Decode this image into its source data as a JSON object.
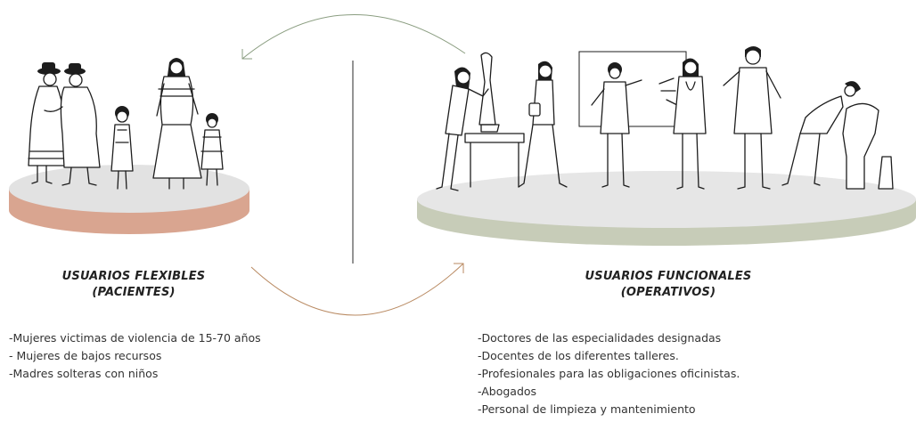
{
  "colors": {
    "platform_left": "#d9a590",
    "platform_left_top": "#e2e2e2",
    "platform_right": "#c7ccb8",
    "platform_right_top": "#e6e6e6",
    "arrow_top": "#8a9d80",
    "arrow_bottom": "#b98a62"
  },
  "groups": {
    "flexible": {
      "title_line1": "USUARIOS FLEXIBLES",
      "title_line2": "(PACIENTES)",
      "items": [
        "-Mujeres victimas de violencia de 15-70 años",
        "- Mujeres de bajos recursos",
        "-Madres solteras con niños"
      ]
    },
    "functional": {
      "title_line1": "USUARIOS FUNCIONALES",
      "title_line2": "(OPERATIVOS)",
      "items": [
        "-Doctores de las especialidades designadas",
        "-Docentes de los diferentes talleres.",
        "-Profesionales para las obligaciones oficinistas.",
        "-Abogados",
        "-Personal de limpieza y mantenimiento"
      ]
    }
  }
}
